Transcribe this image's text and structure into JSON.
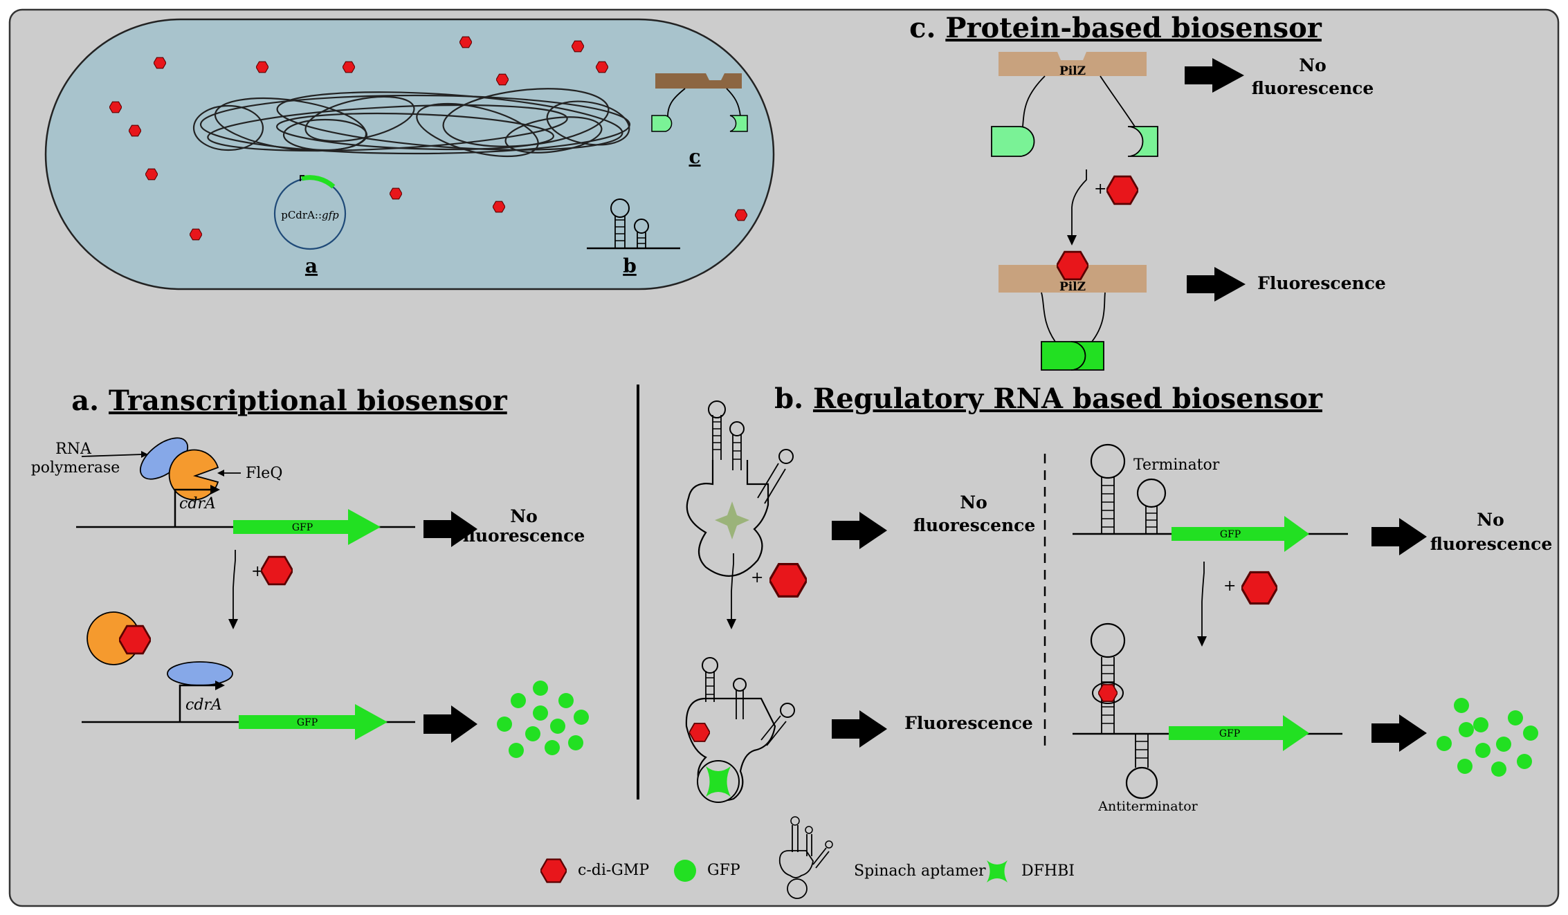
{
  "cell": {
    "plasmid_label_prefix": "pCdrA::",
    "plasmid_label_gene": "gfp",
    "label_a": "a",
    "label_b": "b",
    "label_c": "c"
  },
  "panel_c": {
    "title_prefix": "c.",
    "title": "Protein-based biosensor",
    "protein": "PilZ",
    "protein_bound": "PilZ",
    "result_off_line1": "No",
    "result_off_line2": "fluorescence",
    "result_on": "Fluorescence",
    "plus": "+"
  },
  "panel_a": {
    "title_prefix": "a.",
    "title": "Transcriptional biosensor",
    "rna_pol_line1": "RNA",
    "rna_pol_line2": "polymerase",
    "fleq": "FleQ",
    "promoter": "cdrA",
    "promoter_bottom": "cdrA",
    "gfp": "GFP",
    "gfp_bottom": "GFP",
    "result_off_line1": "No",
    "result_off_line2": "fluorescence",
    "plus": "+"
  },
  "panel_b": {
    "title_prefix": "b.",
    "title": "Regulatory RNA based biosensor",
    "result_off_line1": "No",
    "result_off_line2": "fluorescence",
    "result_on": "Fluorescence",
    "plus_left": "+",
    "terminator": "Terminator",
    "antiterminator": "Antiterminator",
    "gfp_top": "GFP",
    "gfp_bottom": "GFP",
    "result2_off_line1": "No",
    "result2_off_line2": "fluorescence",
    "plus_right": "+"
  },
  "legend": {
    "c_di_gmp": "c-di-GMP",
    "gfp": "GFP",
    "spinach": "Spinach aptamer",
    "dfhbi": "DFHBI"
  },
  "colors": {
    "background_panel": "#cccccc",
    "cell_fill": "#a8c3cc",
    "c_di_gmp": "#e8161b",
    "gfp_green": "#22e022",
    "light_green": "#7af296",
    "pilz": "#c8a27e",
    "pilz_dark": "#8c6642",
    "rna_pol": "#86a8e8",
    "fleq": "#f59a2e",
    "olive_star": "#9bb37a"
  }
}
